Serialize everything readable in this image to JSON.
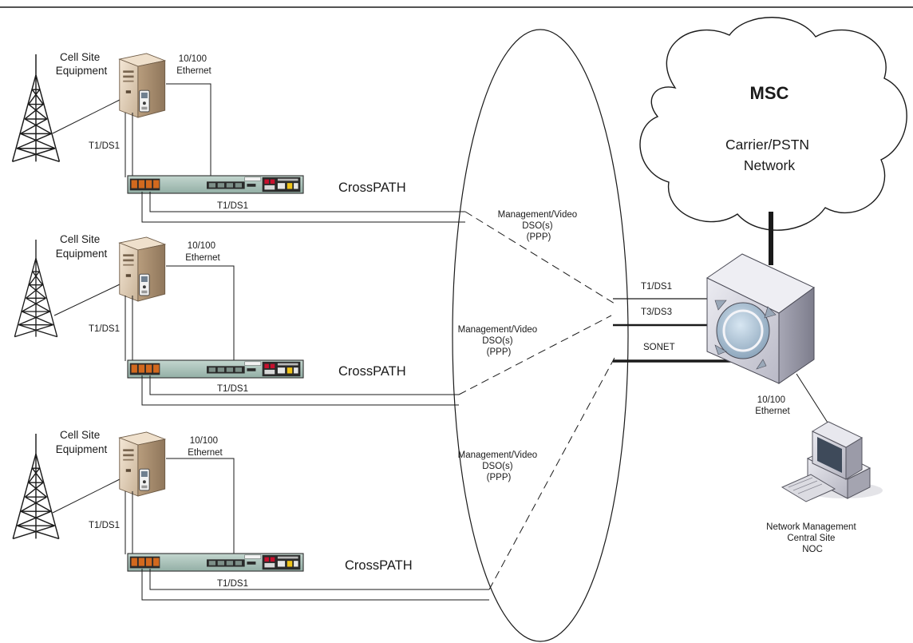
{
  "cell_sites": [
    {
      "equipment_label": [
        "Cell Site",
        "Equipment"
      ],
      "ethernet_label": [
        "10/100",
        "Ethernet"
      ],
      "t1_label": "T1/DS1",
      "t1_link_label": "T1/DS1",
      "device_label": "CrossPATH",
      "management_label": [
        "Management/Video",
        "DSO(s)",
        "(PPP)"
      ]
    },
    {
      "equipment_label": [
        "Cell Site",
        "Equipment"
      ],
      "ethernet_label": [
        "10/100",
        "Ethernet"
      ],
      "t1_label": "T1/DS1",
      "t1_link_label": "T1/DS1",
      "device_label": "CrossPATH",
      "management_label": [
        "Management/Video",
        "DSO(s)",
        "(PPP)"
      ]
    },
    {
      "equipment_label": [
        "Cell Site",
        "Equipment"
      ],
      "ethernet_label": [
        "10/100",
        "Ethernet"
      ],
      "t1_label": "T1/DS1",
      "t1_link_label": "T1/DS1",
      "device_label": "CrossPATH",
      "management_label": [
        "Management/Video",
        "DSO(s)",
        "(PPP)"
      ]
    }
  ],
  "msc": {
    "title": "MSC",
    "subtitle": [
      "Carrier/PSTN",
      "Network"
    ]
  },
  "trunk_labels": [
    "T1/DS1",
    "T3/DS3",
    "SONET"
  ],
  "switch_ethernet_label": [
    "10/100",
    "Ethernet"
  ],
  "noc_label": [
    "Network Management",
    "Central Site",
    "NOC"
  ],
  "colors": {
    "line": "#1a1a1a",
    "mux_panel": "#a9c3ba",
    "server_body": "#e8d6bf",
    "switch_body": "#d8d8e2"
  },
  "icons": [
    "cell-tower-icon",
    "server-icon",
    "crosspath-mux-icon",
    "cloud-icon",
    "core-switch-icon",
    "computer-workstation-icon"
  ]
}
